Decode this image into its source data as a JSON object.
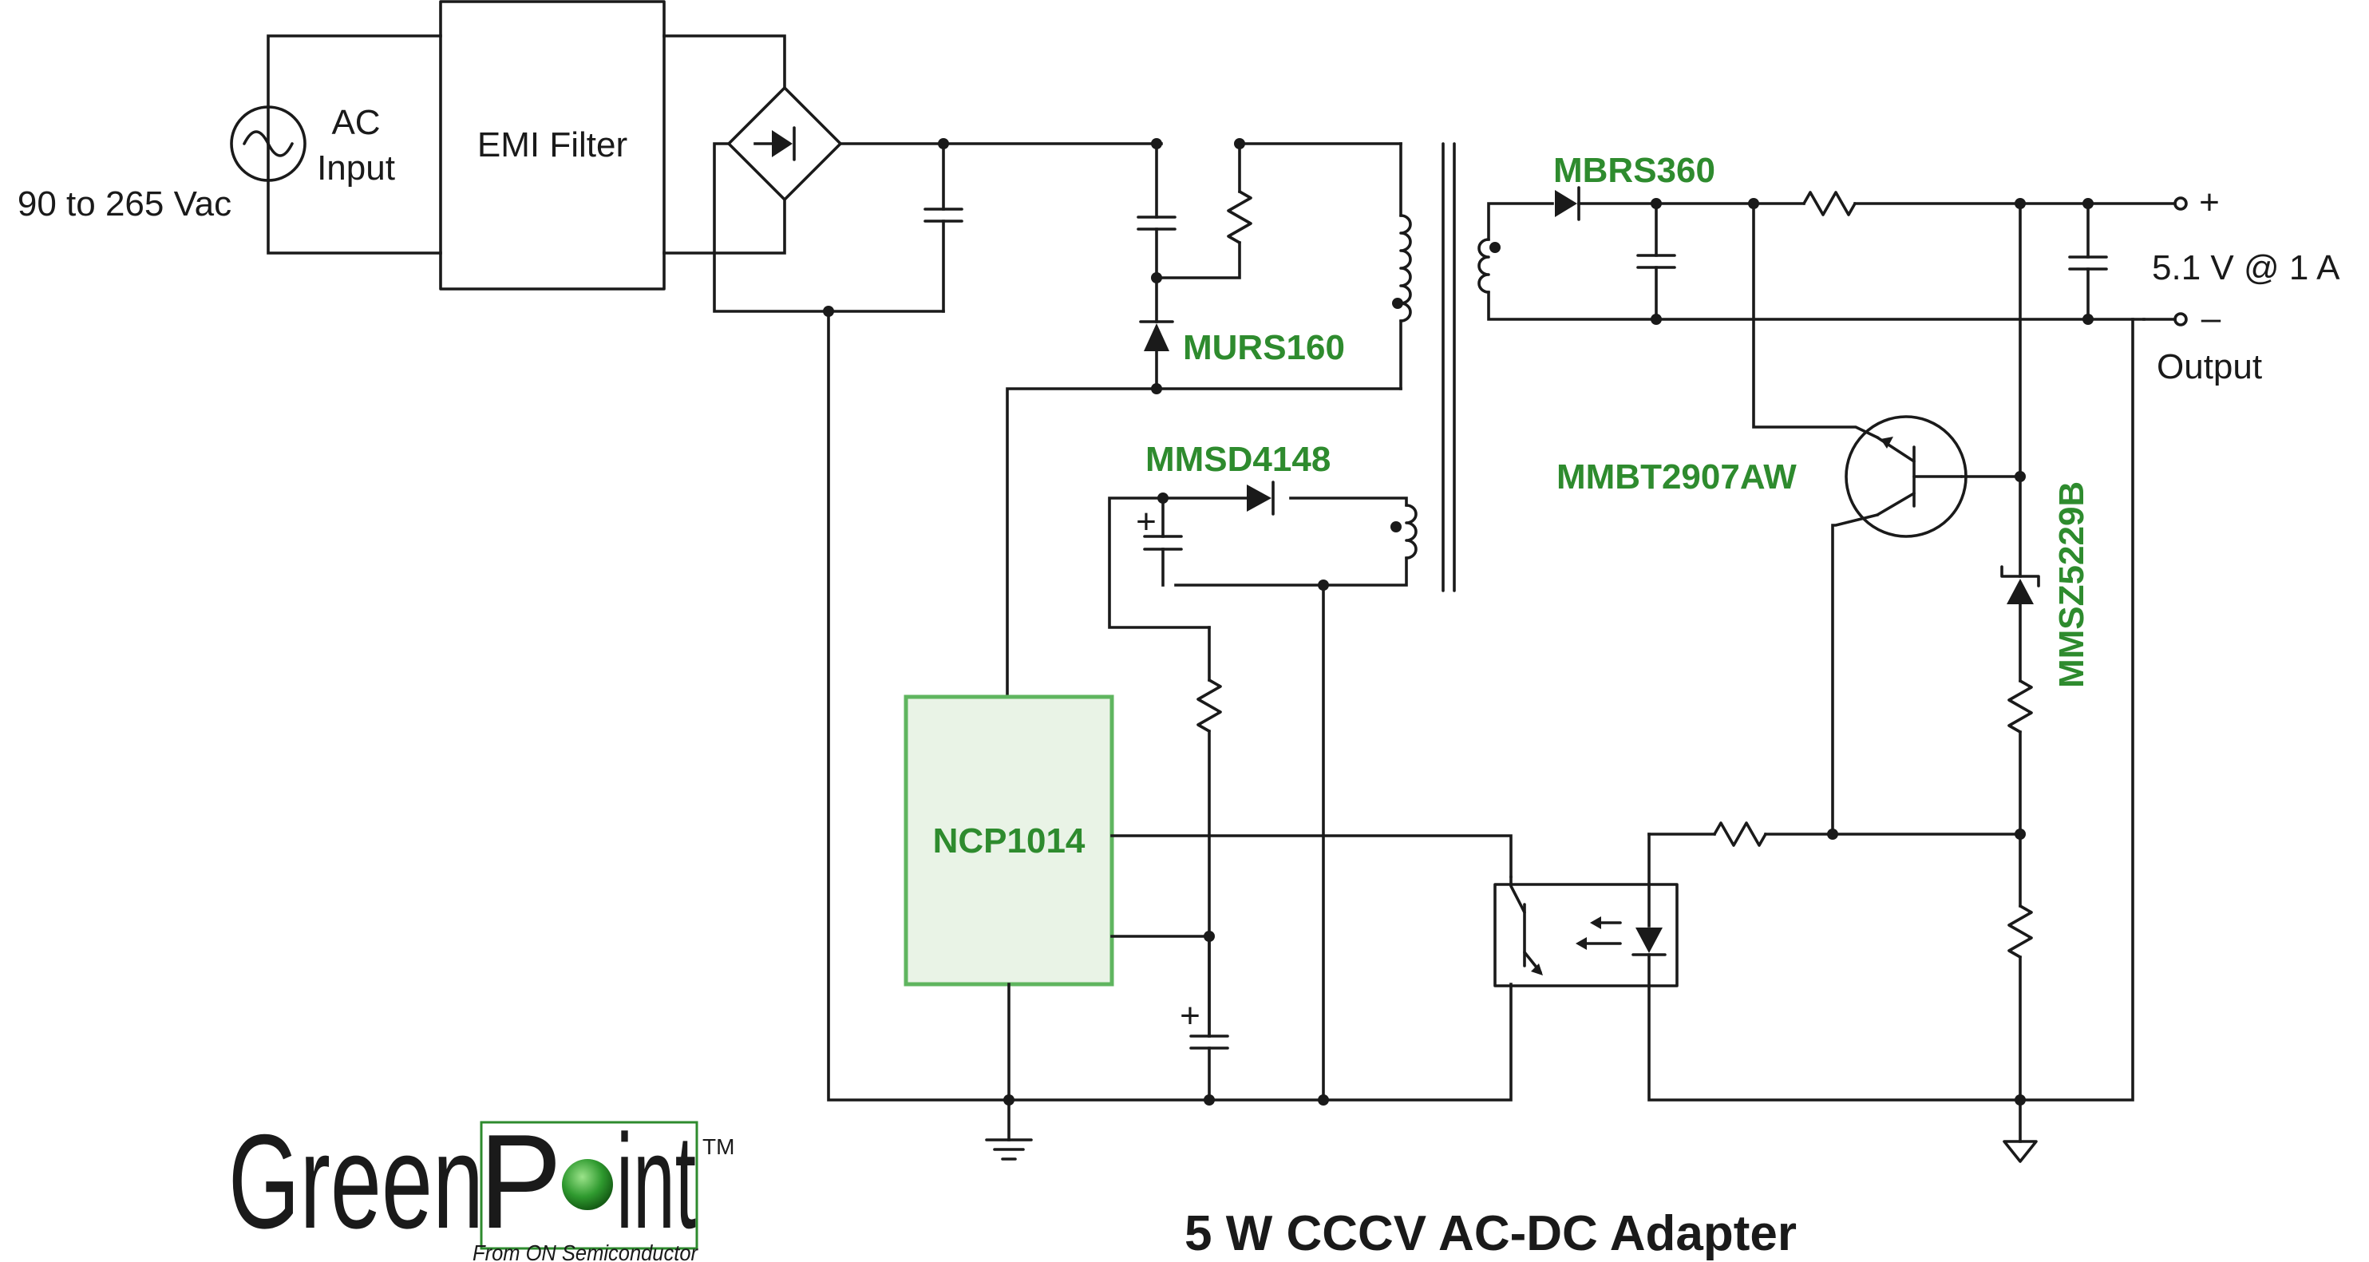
{
  "colors": {
    "ink": "#1a1a1a",
    "accent": "#2e8b2e",
    "ic_fill": "#e9f3e6",
    "ic_stroke": "#5fb55f"
  },
  "labels": {
    "ac_input_line1": "AC",
    "ac_input_line2": "Input",
    "input_range": "90 to 265 Vac",
    "emi_filter": "EMI Filter",
    "output_voltage": "5.1 V @ 1 A",
    "output": "Output",
    "plus": "+",
    "minus": "–"
  },
  "components": {
    "clamp_diode": "MURS160",
    "output_diode": "MBRS360",
    "aux_diode": "MMSD4148",
    "transistor": "MMBT2907AW",
    "zener": "MMSZ5229B",
    "controller": "NCP1014"
  },
  "title": "5 W CCCV AC-DC Adapter",
  "logo": {
    "name_a": "Green",
    "name_b": "P",
    "name_c": "int",
    "tm": "TM",
    "tagline": "From ON Semiconductor"
  }
}
